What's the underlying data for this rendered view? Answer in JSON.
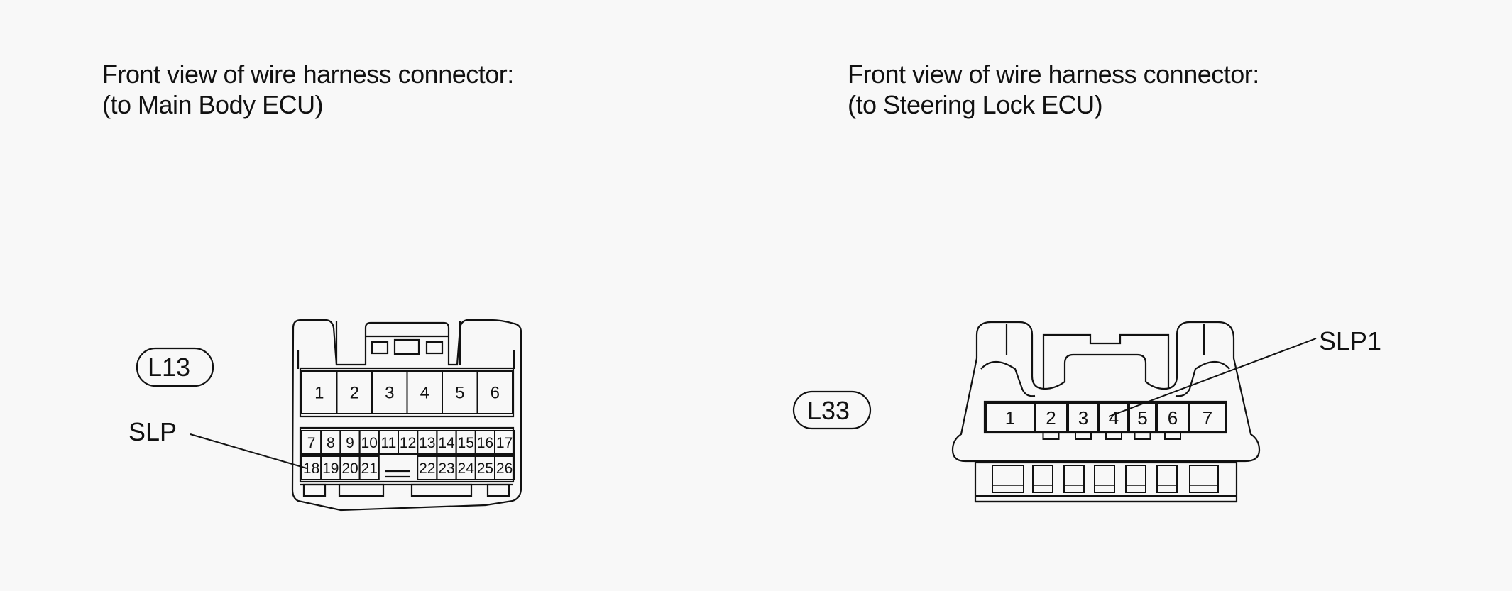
{
  "left": {
    "caption_line1": "Front view of wire harness connector:",
    "caption_line2": "(to Main Body ECU)",
    "connector_id": "L13",
    "signal_label": "SLP",
    "top_pins": [
      "1",
      "2",
      "3",
      "4",
      "5",
      "6"
    ],
    "row2_pins": [
      "7",
      "8",
      "9",
      "10",
      "11",
      "12",
      "13",
      "14",
      "15",
      "16",
      "17"
    ],
    "row3_pins": [
      "18",
      "19",
      "20",
      "21",
      "",
      "",
      "22",
      "23",
      "24",
      "25",
      "26"
    ]
  },
  "right": {
    "caption_line1": "Front view of wire harness connector:",
    "caption_line2": "(to Steering Lock ECU)",
    "connector_id": "L33",
    "signal_label": "SLP1",
    "pins": [
      "1",
      "2",
      "3",
      "4",
      "5",
      "6",
      "7"
    ]
  }
}
